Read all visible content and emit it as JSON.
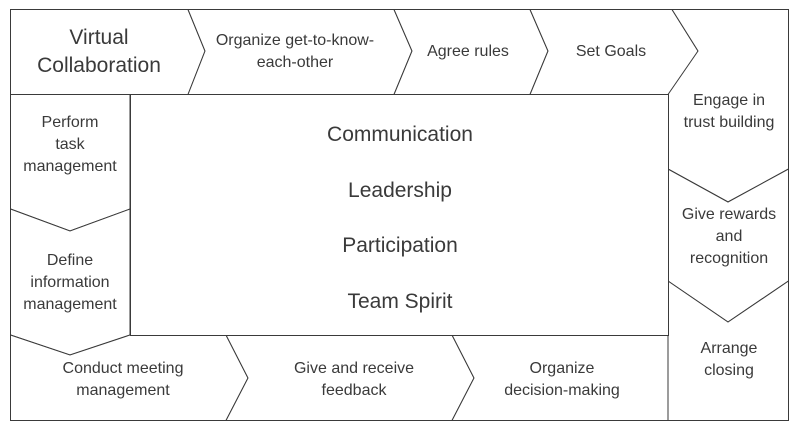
{
  "diagram": {
    "title": "Virtual\nCollaboration",
    "top_flow": [
      "Organize get-to-know-\neach-other",
      "Agree rules",
      "Set Goals"
    ],
    "right_flow": [
      "Engage in\ntrust building",
      "Give rewards\nand\nrecognition",
      "Arrange\nclosing"
    ],
    "bottom_flow": [
      "Conduct meeting\nmanagement",
      "Give and receive\nfeedback",
      "Organize\ndecision-making"
    ],
    "left_flow": [
      "Perform\ntask\nmanagement",
      "Define\ninformation\nmanagement"
    ],
    "core": [
      "Communication",
      "Leadership",
      "Participation",
      "Team Spirit"
    ]
  },
  "colors": {
    "stroke": "#3a3a3a",
    "fill": "#ffffff",
    "text": "#3a3a3a"
  }
}
